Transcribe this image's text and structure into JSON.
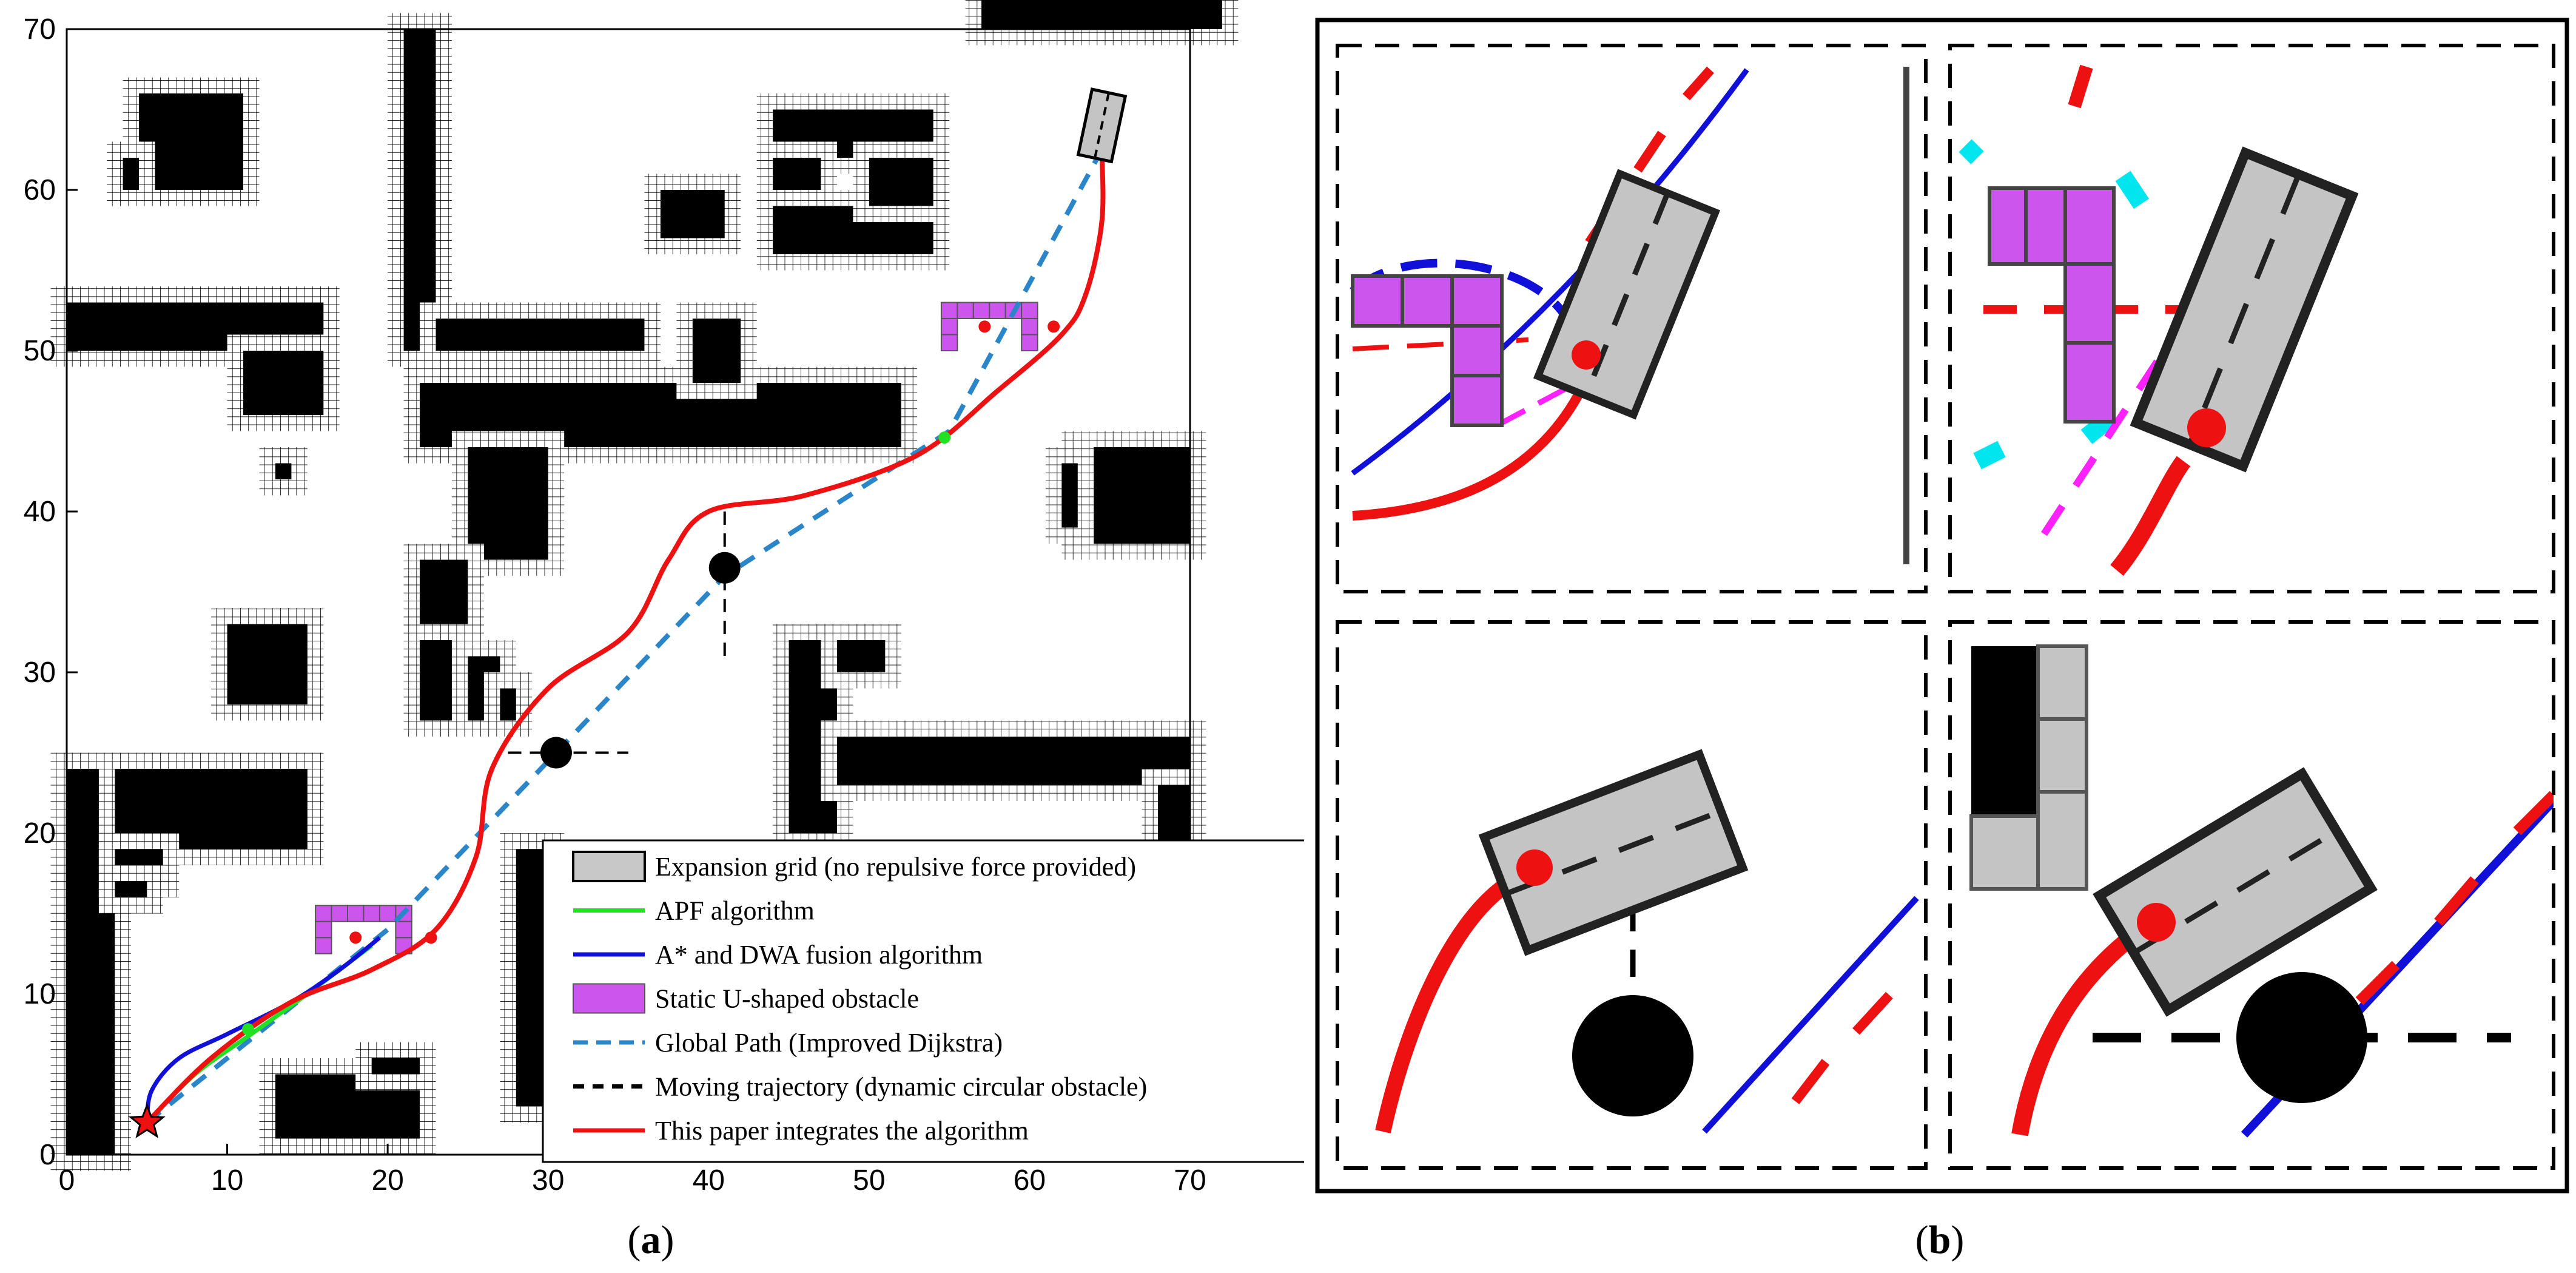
{
  "panel_a": {
    "caption_open": "(",
    "caption_letter": "a",
    "caption_close": ")",
    "x_ticks": [
      "0",
      "10",
      "20",
      "30",
      "40",
      "50",
      "60",
      "70"
    ],
    "y_ticks": [
      "0",
      "10",
      "20",
      "30",
      "40",
      "50",
      "60",
      "70"
    ],
    "legend": [
      {
        "key": "expansion",
        "label": "Expansion grid (no repulsive force provided)"
      },
      {
        "key": "apf",
        "label": "APF algorithm"
      },
      {
        "key": "astar_dwa",
        "label": "A* and DWA fusion algorithm"
      },
      {
        "key": "u_obstacle",
        "label": "Static U-shaped obstacle"
      },
      {
        "key": "global_path",
        "label": "Global Path (Improved Dijkstra)"
      },
      {
        "key": "moving",
        "label": "Moving trajectory (dynamic circular obstacle)"
      },
      {
        "key": "integrated",
        "label": "This paper integrates the algorithm"
      }
    ]
  },
  "panel_b": {
    "caption_open": "(",
    "caption_letter": "b",
    "caption_close": ")"
  },
  "colors": {
    "obstacle": "#000000",
    "expansion_grid": "#c8c8c8",
    "apf": "#22e022",
    "astar_dwa": "#1010d8",
    "u_obstacle": "#cc55ee",
    "global_path": "#2a86c8",
    "integrated": "#ee1111",
    "cyan": "#00e5ee",
    "magenta": "#ff22ff"
  },
  "chart_data": {
    "type": "scatter",
    "xlim": [
      0,
      70
    ],
    "ylim": [
      0,
      70
    ],
    "start": [
      5,
      2
    ],
    "goal": [
      64.5,
      62.5
    ],
    "dynamic_obstacles": [
      [
        41,
        36.5
      ],
      [
        30.5,
        25
      ]
    ],
    "global_path": [
      [
        5,
        2
      ],
      [
        20,
        14
      ],
      [
        41,
        36
      ],
      [
        55,
        45
      ],
      [
        64.5,
        62.5
      ]
    ],
    "integrated_path": [
      [
        5,
        2
      ],
      [
        9,
        6
      ],
      [
        14,
        9.5
      ],
      [
        19,
        11.5
      ],
      [
        23,
        14
      ],
      [
        25.5,
        18.5
      ],
      [
        26.5,
        24
      ],
      [
        30,
        29
      ],
      [
        35,
        32.5
      ],
      [
        37.5,
        37
      ],
      [
        40,
        40
      ],
      [
        46,
        41
      ],
      [
        53,
        43.5
      ],
      [
        58,
        47.5
      ],
      [
        62,
        51
      ],
      [
        63.5,
        53.5
      ],
      [
        64.5,
        58
      ],
      [
        64.5,
        62.5
      ]
    ],
    "apf_path": [
      [
        5,
        2
      ],
      [
        8,
        5
      ],
      [
        11.5,
        7.5
      ],
      [
        15,
        10
      ],
      [
        19,
        13
      ]
    ],
    "astar_dwa_path": [
      [
        5,
        2
      ],
      [
        5.3,
        4
      ],
      [
        7,
        6
      ],
      [
        10,
        7.5
      ],
      [
        14,
        9.5
      ],
      [
        17,
        11.5
      ],
      [
        19.5,
        13.5
      ]
    ]
  }
}
